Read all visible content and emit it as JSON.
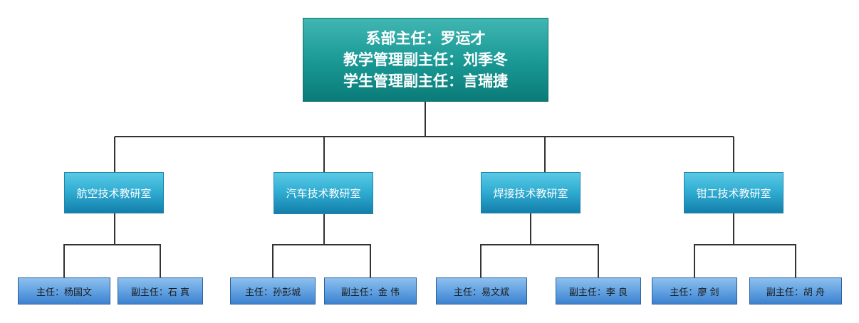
{
  "root": {
    "lines": [
      "系部主任：罗运才",
      "教学管理副主任：刘季冬",
      "学生管理副主任：言瑞捷"
    ]
  },
  "departments": [
    {
      "name": "航空技术教研室",
      "director": "主任：杨国文",
      "deputy": "副主任：石 真"
    },
    {
      "name": "汽车技术教研室",
      "director": "主任：孙彭城",
      "deputy": "副主任：金 伟"
    },
    {
      "name": "焊接技术教研室",
      "director": "主任：易文斌",
      "deputy": "副主任：李 良"
    },
    {
      "name": "钳工技术教研室",
      "director": "主任：廖 剑",
      "deputy": "副主任：胡 舟"
    }
  ],
  "colors": {
    "root_fill": "#1b9a96",
    "department_fill": "#31aed3",
    "staff_fill": "#5f9fe0",
    "connector": "#333333"
  }
}
